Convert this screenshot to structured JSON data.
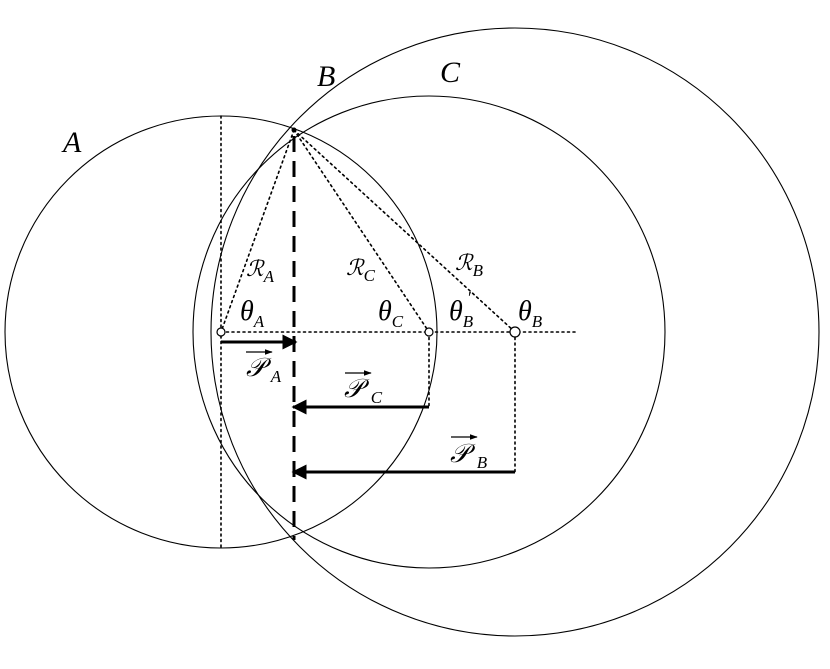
{
  "circles": {
    "a": {
      "name": "A"
    },
    "b": {
      "name": "B"
    },
    "c": {
      "name": "C"
    }
  },
  "radii": {
    "a": {
      "letter": "ℛ",
      "sub": "A"
    },
    "c": {
      "letter": "ℛ",
      "sub": "C"
    },
    "b": {
      "letter": "ℛ",
      "sub": "B"
    }
  },
  "angles": {
    "a": {
      "symbol": "θ",
      "sub": "A"
    },
    "c": {
      "symbol": "θ",
      "sub": "C"
    },
    "b_prime": {
      "symbol": "θ",
      "sub": "B",
      "sup": "′"
    },
    "b": {
      "symbol": "θ",
      "sub": "B"
    }
  },
  "vectors": {
    "a": {
      "letter": "𝒫",
      "sub": "A"
    },
    "c": {
      "letter": "𝒫",
      "sub": "C"
    },
    "b": {
      "letter": "𝒫",
      "sub": "B"
    }
  }
}
